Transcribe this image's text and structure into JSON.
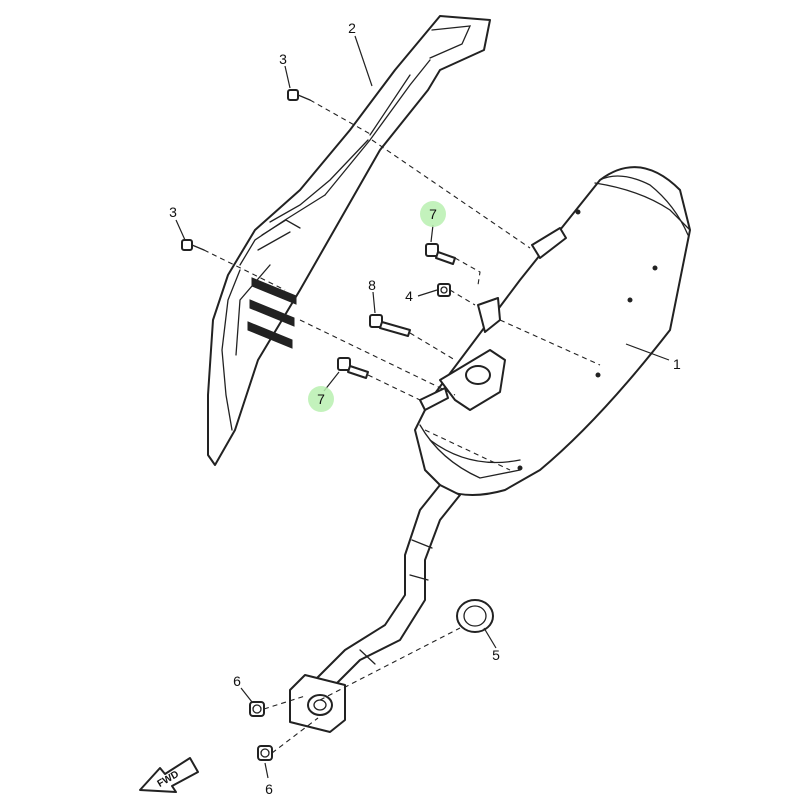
{
  "diagram": {
    "callouts": [
      {
        "id": "c1",
        "text": "1",
        "part": "muffler",
        "highlighted": false
      },
      {
        "id": "c2",
        "text": "2",
        "part": "heat-shield",
        "highlighted": false
      },
      {
        "id": "c3a",
        "text": "3",
        "part": "shield-bolt",
        "highlighted": false
      },
      {
        "id": "c3b",
        "text": "3",
        "part": "shield-bolt",
        "highlighted": false
      },
      {
        "id": "c4",
        "text": "4",
        "part": "collar-nut",
        "highlighted": false
      },
      {
        "id": "c5",
        "text": "5",
        "part": "gasket",
        "highlighted": false
      },
      {
        "id": "c6a",
        "text": "6",
        "part": "flange-nut",
        "highlighted": false
      },
      {
        "id": "c6b",
        "text": "6",
        "part": "flange-nut",
        "highlighted": false
      },
      {
        "id": "c7a",
        "text": "7",
        "part": "flange-bolt",
        "highlighted": true
      },
      {
        "id": "c7b",
        "text": "7",
        "part": "flange-bolt",
        "highlighted": true
      },
      {
        "id": "c8",
        "text": "8",
        "part": "mounting-bolt",
        "highlighted": false
      }
    ],
    "fwd_label": "FWD",
    "highlight_color": "#b8f0b0",
    "line_color": "#222222"
  }
}
